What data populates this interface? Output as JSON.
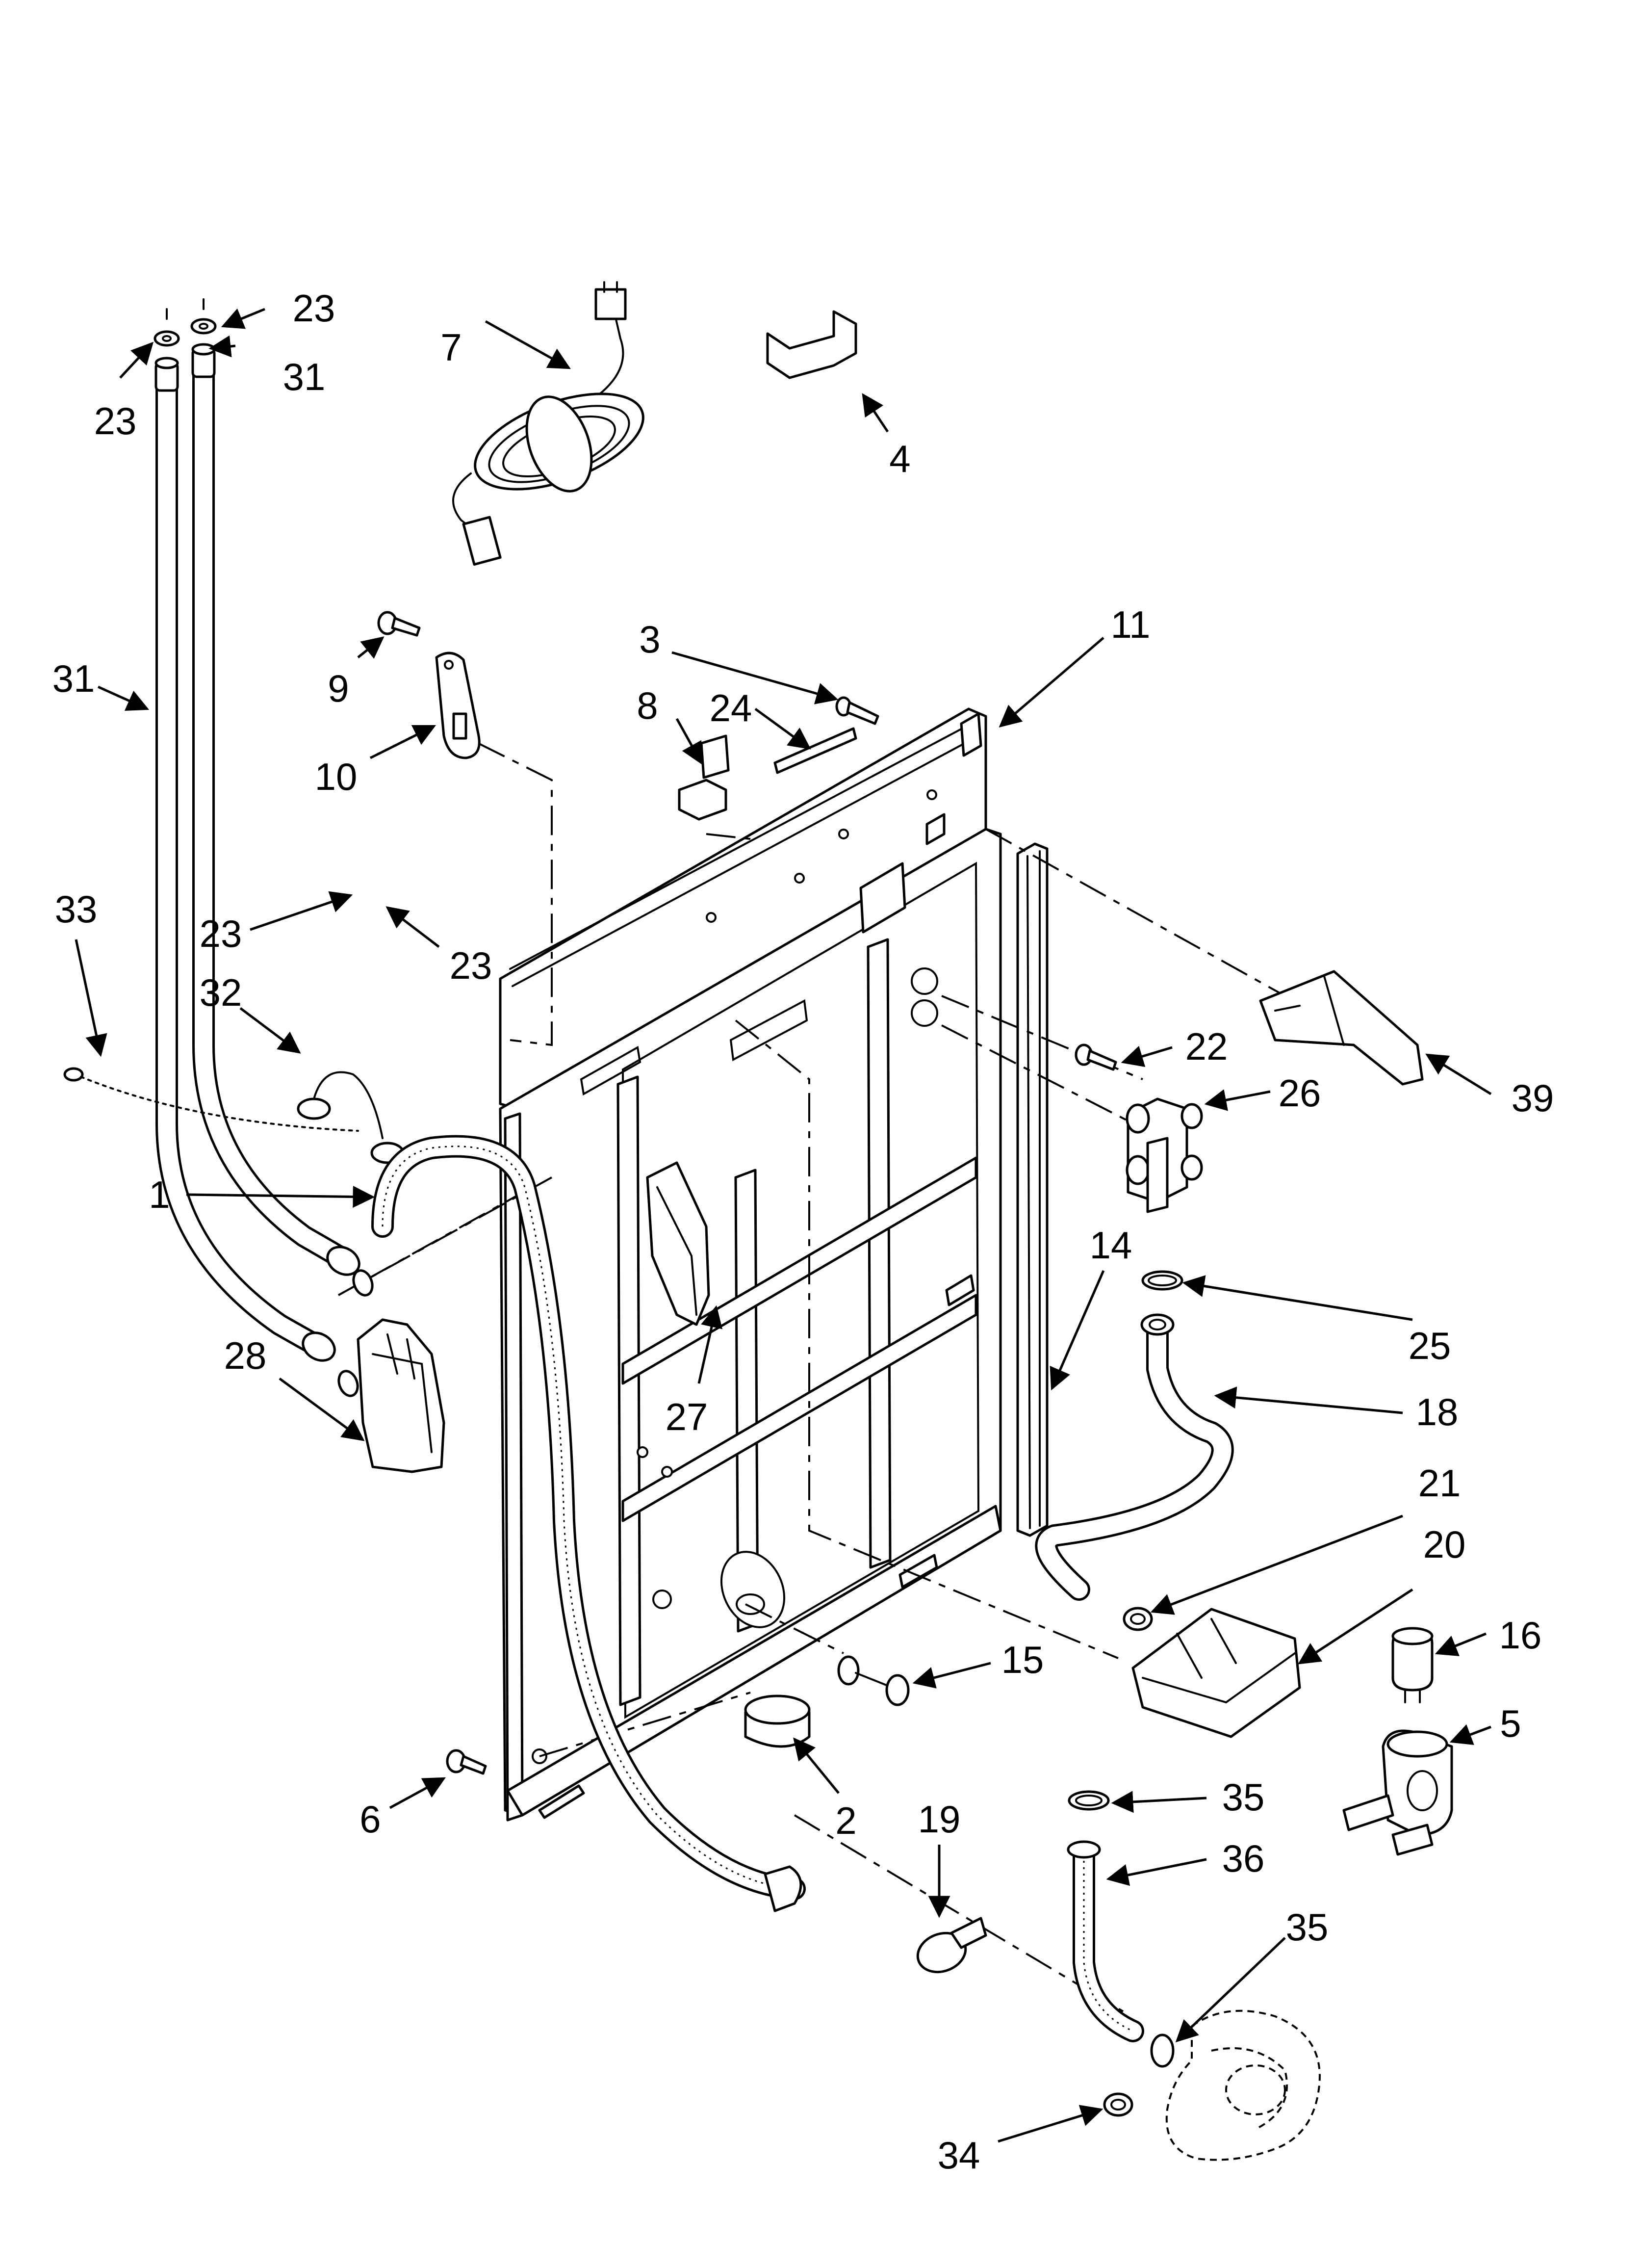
{
  "diagram": {
    "line_color": "#000000",
    "background": "#ffffff",
    "callouts": [
      {
        "id": "c1",
        "number": "1"
      },
      {
        "id": "c2",
        "number": "2"
      },
      {
        "id": "c3",
        "number": "3"
      },
      {
        "id": "c4",
        "number": "4"
      },
      {
        "id": "c5",
        "number": "5"
      },
      {
        "id": "c6",
        "number": "6"
      },
      {
        "id": "c7",
        "number": "7"
      },
      {
        "id": "c8",
        "number": "8"
      },
      {
        "id": "c9",
        "number": "9"
      },
      {
        "id": "c10",
        "number": "10"
      },
      {
        "id": "c11",
        "number": "11"
      },
      {
        "id": "c14",
        "number": "14"
      },
      {
        "id": "c15",
        "number": "15"
      },
      {
        "id": "c16",
        "number": "16"
      },
      {
        "id": "c18",
        "number": "18"
      },
      {
        "id": "c19",
        "number": "19"
      },
      {
        "id": "c20",
        "number": "20"
      },
      {
        "id": "c21",
        "number": "21"
      },
      {
        "id": "c22",
        "number": "22"
      },
      {
        "id": "c23a",
        "number": "23"
      },
      {
        "id": "c23b",
        "number": "23"
      },
      {
        "id": "c23c",
        "number": "23"
      },
      {
        "id": "c23d",
        "number": "23"
      },
      {
        "id": "c24",
        "number": "24"
      },
      {
        "id": "c25",
        "number": "25"
      },
      {
        "id": "c26",
        "number": "26"
      },
      {
        "id": "c27",
        "number": "27"
      },
      {
        "id": "c28",
        "number": "28"
      },
      {
        "id": "c31a",
        "number": "31"
      },
      {
        "id": "c31b",
        "number": "31"
      },
      {
        "id": "c32",
        "number": "32"
      },
      {
        "id": "c33",
        "number": "33"
      },
      {
        "id": "c34",
        "number": "34"
      },
      {
        "id": "c35a",
        "number": "35"
      },
      {
        "id": "c35b",
        "number": "35"
      },
      {
        "id": "c36",
        "number": "36"
      },
      {
        "id": "c39",
        "number": "39"
      }
    ]
  }
}
